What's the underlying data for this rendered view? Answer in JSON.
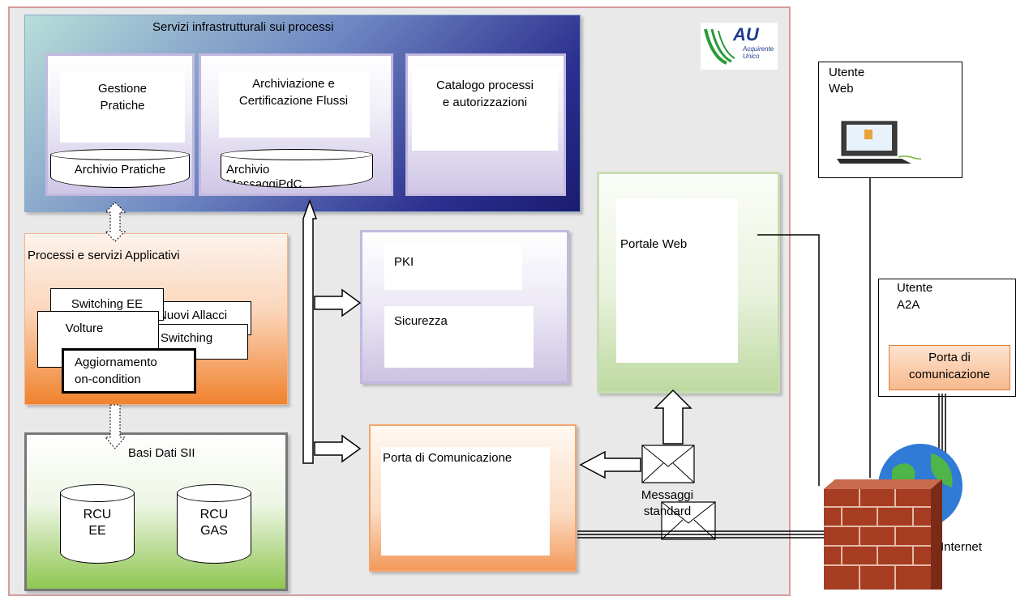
{
  "logo": {
    "letters": "AU",
    "line1": "Acquirente",
    "line2": "Unico"
  },
  "services": {
    "title": "Servizi infrastrutturali sui processi",
    "gestione": {
      "line1": "Gestione",
      "line2": "Pratiche"
    },
    "archivio_pratiche": "Archivio Pratiche",
    "archiviazione": {
      "line1": "Archiviazione e",
      "line2": "Certificazione Flussi"
    },
    "archivio_messaggi": {
      "line1": "Archivio",
      "line2": "MessaggiPdC"
    },
    "catalogo": {
      "line1": "Catalogo processi",
      "line2": "e autorizzazioni"
    }
  },
  "processi": {
    "title": "Processi e servizi Applicativi",
    "switching_ee": "Switching EE",
    "nuovi_allacci": "Nuovi Allacci",
    "switching": "Switching",
    "volture": "Volture",
    "aggiornamento": {
      "line1": "Aggiornamento",
      "line2": "on-condition"
    }
  },
  "basi_dati": {
    "title": "Basi Dati SII",
    "rcu_ee": {
      "line1": "RCU",
      "line2": "EE"
    },
    "rcu_gas": {
      "line1": "RCU",
      "line2": "GAS"
    }
  },
  "pki": "PKI",
  "sicurezza": "Sicurezza",
  "portale_web": "Portale Web",
  "porta_comunicazione": "Porta di Comunicazione",
  "messaggi": {
    "line1": "Messaggi",
    "line2": "standard"
  },
  "utente_web": {
    "line1": "Utente",
    "line2": "Web"
  },
  "utente_a2a": {
    "line1": "Utente",
    "line2": "A2A"
  },
  "porta_a2a": {
    "line1": "Porta di",
    "line2": "comunicazione"
  },
  "internet": "Internet",
  "colors": {
    "border_outer": "#d89a9a",
    "svc_dark": "#1a1c6f",
    "orange": "#f0822e",
    "green": "#8fc650",
    "lavender": "#c3b8df",
    "globe": "#2f7bd6",
    "brick": "#b5482b"
  }
}
